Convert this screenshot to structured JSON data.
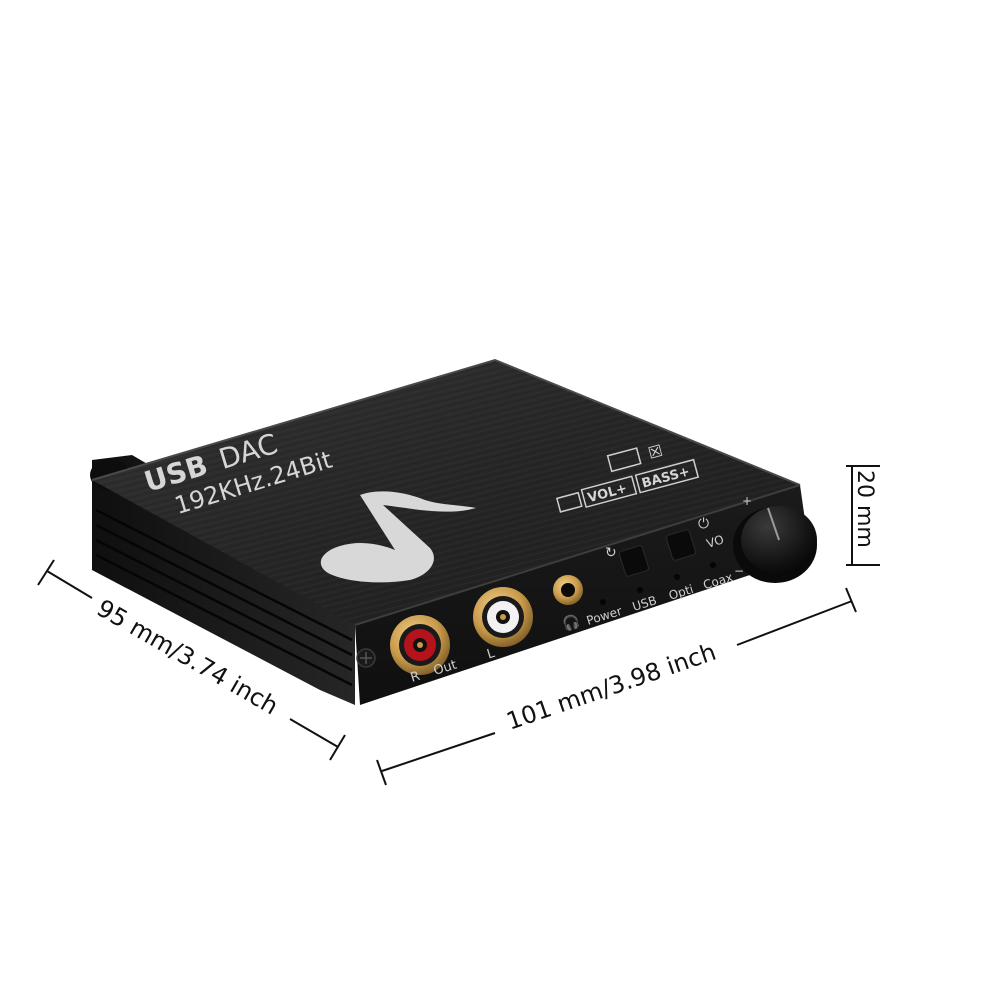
{
  "product": {
    "brand_line1": "USB DAC",
    "brand_line1_usb": "USB",
    "brand_line1_dac": "DAC",
    "brand_line2": "192KHz.24Bit",
    "badge_vol": "VOL+",
    "badge_bass": "BASS+"
  },
  "front_panel": {
    "power_label": "Power",
    "usb_label": "USB",
    "opti_label": "Opti",
    "coax_label": "Coax",
    "vol_label": "VO",
    "out_label": "Out",
    "left_label": "L",
    "right_label": "R",
    "knob_plus": "+",
    "knob_minus": "−"
  },
  "dimensions": {
    "depth": "95 mm/3.74 inch",
    "width": "101 mm/3.98 inch",
    "height": "20 mm"
  },
  "colors": {
    "body": "#1f1f1f",
    "top_surface": "#2a2a2a",
    "print": "#d6d6d6",
    "rca_red": "#b5121b",
    "rca_white": "#f2f2f2",
    "gold": "#c99a4a"
  }
}
